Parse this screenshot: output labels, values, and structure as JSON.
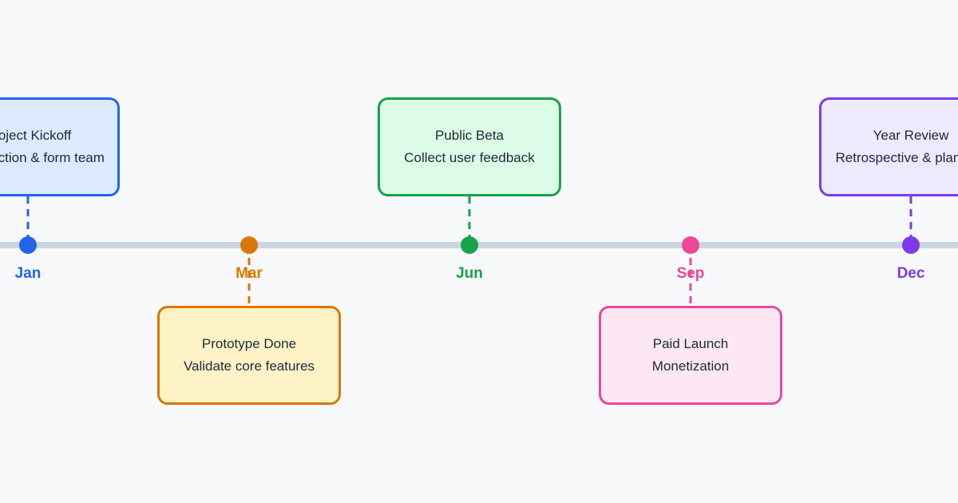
{
  "colors": {
    "background": "#f8f9fb",
    "axis": "#cbd5e1",
    "text": "#1f2937"
  },
  "milestones": [
    {
      "month": "Jan",
      "title": "Project Kickoff",
      "subtitle": "Set direction & form team",
      "position": "above",
      "color": "#2563eb",
      "fill": "#dbeafe"
    },
    {
      "month": "Mar",
      "title": "Prototype Done",
      "subtitle": "Validate core features",
      "position": "below",
      "color": "#d97706",
      "fill": "#fef3c7"
    },
    {
      "month": "Jun",
      "title": "Public Beta",
      "subtitle": "Collect user feedback",
      "position": "above",
      "color": "#16a34a",
      "fill": "#dcfce7"
    },
    {
      "month": "Sep",
      "title": "Paid Launch",
      "subtitle": "Monetization",
      "position": "below",
      "color": "#ec4899",
      "fill": "#fce7f3"
    },
    {
      "month": "Dec",
      "title": "Year Review",
      "subtitle": "Retrospective & planning",
      "position": "above",
      "color": "#7c3aed",
      "fill": "#ede9fe"
    }
  ]
}
